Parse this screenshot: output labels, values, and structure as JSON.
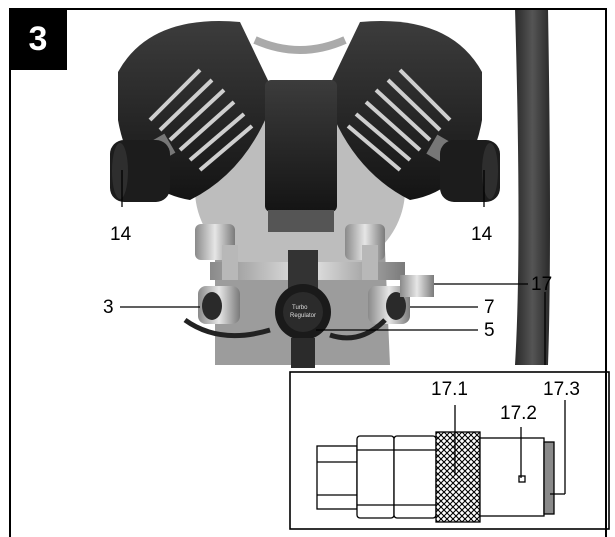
{
  "figure": {
    "number": "3"
  },
  "callouts": {
    "fan_left": "14",
    "fan_right": "14",
    "outlet_left": "3",
    "outlet_right": "7",
    "knob": "5",
    "coupling": "17"
  },
  "knob_text": {
    "line1": "Turbo",
    "line2": "Regulator"
  },
  "inset": {
    "labels": [
      "17.1",
      "17.2",
      "17.3"
    ]
  },
  "colors": {
    "photo_background": "#ffffff",
    "metal_dark": "#2a2a2a",
    "metal_mid": "#6f6f6f",
    "metal_light": "#c9c9c9"
  }
}
